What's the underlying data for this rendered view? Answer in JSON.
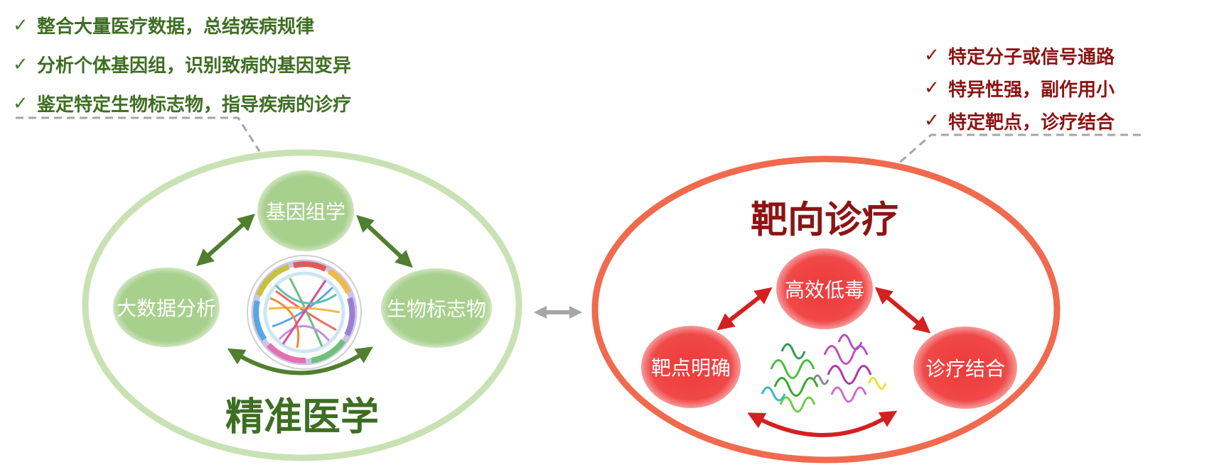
{
  "left_bullets": [
    {
      "check": "✓",
      "text": "整合大量医疗数据，总结疾病规律"
    },
    {
      "check": "✓",
      "text": "分析个体基因组，识别致病的基因变异"
    },
    {
      "check": "✓",
      "text": "鉴定特定生物标志物，指导疾病的诊疗"
    }
  ],
  "right_bullets": [
    {
      "check": "✓",
      "text": "特定分子或信号通路"
    },
    {
      "check": "✓",
      "text": "特异性强，副作用小"
    },
    {
      "check": "✓",
      "text": "特定靶点，诊疗结合"
    }
  ],
  "precision_medicine": {
    "title": "精准医学",
    "nodes": {
      "top": "基因组学",
      "left": "大数据分析",
      "right": "生物标志物"
    }
  },
  "targeted_therapy": {
    "title": "靶向诊疗",
    "nodes": {
      "top": "高效低毒",
      "left": "靶点明确",
      "right": "诊疗结合"
    }
  },
  "colors": {
    "green_text": "#3e6e22",
    "green_ring": "#c8e2b4",
    "green_node": "#a8d08d",
    "green_arrow": "#4f7f2f",
    "red_text": "#8c1414",
    "red_ring": "#f06a4e",
    "red_node": "#ee3a3a",
    "red_arrow": "#d42020",
    "connector": "#a6a6a6"
  }
}
